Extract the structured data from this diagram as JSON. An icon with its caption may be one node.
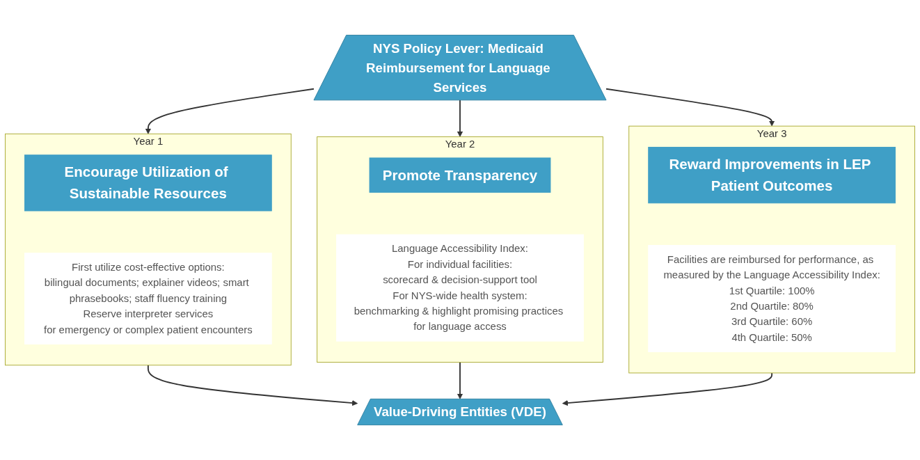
{
  "diagram": {
    "nodes": [
      {
        "text": [
          "NYS Policy Lever: Medicaid Reimbursement for Language Services"
        ]
      },
      {
        "text": [
          "Year 1"
        ]
      },
      {
        "text": [
          "Encourage Utilization of Sustainable Resources"
        ],
        "in": 1
      },
      {
        "text": [
          "First utilize cost-effective options:",
          "bilingual documents; explainer videos; smart phrasebooks; staff fluency training",
          "Reserve interpreter services",
          "for emergency or complex patient encounters"
        ],
        "in": 1
      },
      {
        "text": [
          "Year 2"
        ]
      },
      {
        "text": [
          "Promote Transparency"
        ],
        "in": 4
      },
      {
        "text": [
          "Language Accessibility Index:",
          "For individual facilities:",
          "scorecard & decision-support tool",
          "For NYS-wide health system:",
          "benchmarking & highlight promising practices for language access"
        ],
        "in": 4
      },
      {
        "text": [
          "Year 3"
        ]
      },
      {
        "text": [
          "Reward Improvements in LEP Patient Outcomes"
        ],
        "in": 7
      },
      {
        "text": [
          "Facilities are reimbursed for performance, as measured by the Language Accessibility Index:",
          "1st Quartile: 100%",
          "2nd Quartile: 80%",
          "3rd Quartile: 60%",
          "4th Quartile: 50%"
        ],
        "in": 7
      },
      {
        "text": [
          "Value-Driving Entities (VDE)"
        ]
      }
    ],
    "edges": [
      {
        "from": 0,
        "to": 1,
        "arrow": "to"
      },
      {
        "from": 0,
        "to": 4,
        "arrow": "to"
      },
      {
        "from": 0,
        "to": 7,
        "arrow": "to"
      },
      {
        "from": 1,
        "to": 10,
        "arrow": "to"
      },
      {
        "from": 4,
        "to": 10,
        "arrow": "to"
      },
      {
        "from": 7,
        "to": 10,
        "arrow": "to"
      }
    ]
  }
}
